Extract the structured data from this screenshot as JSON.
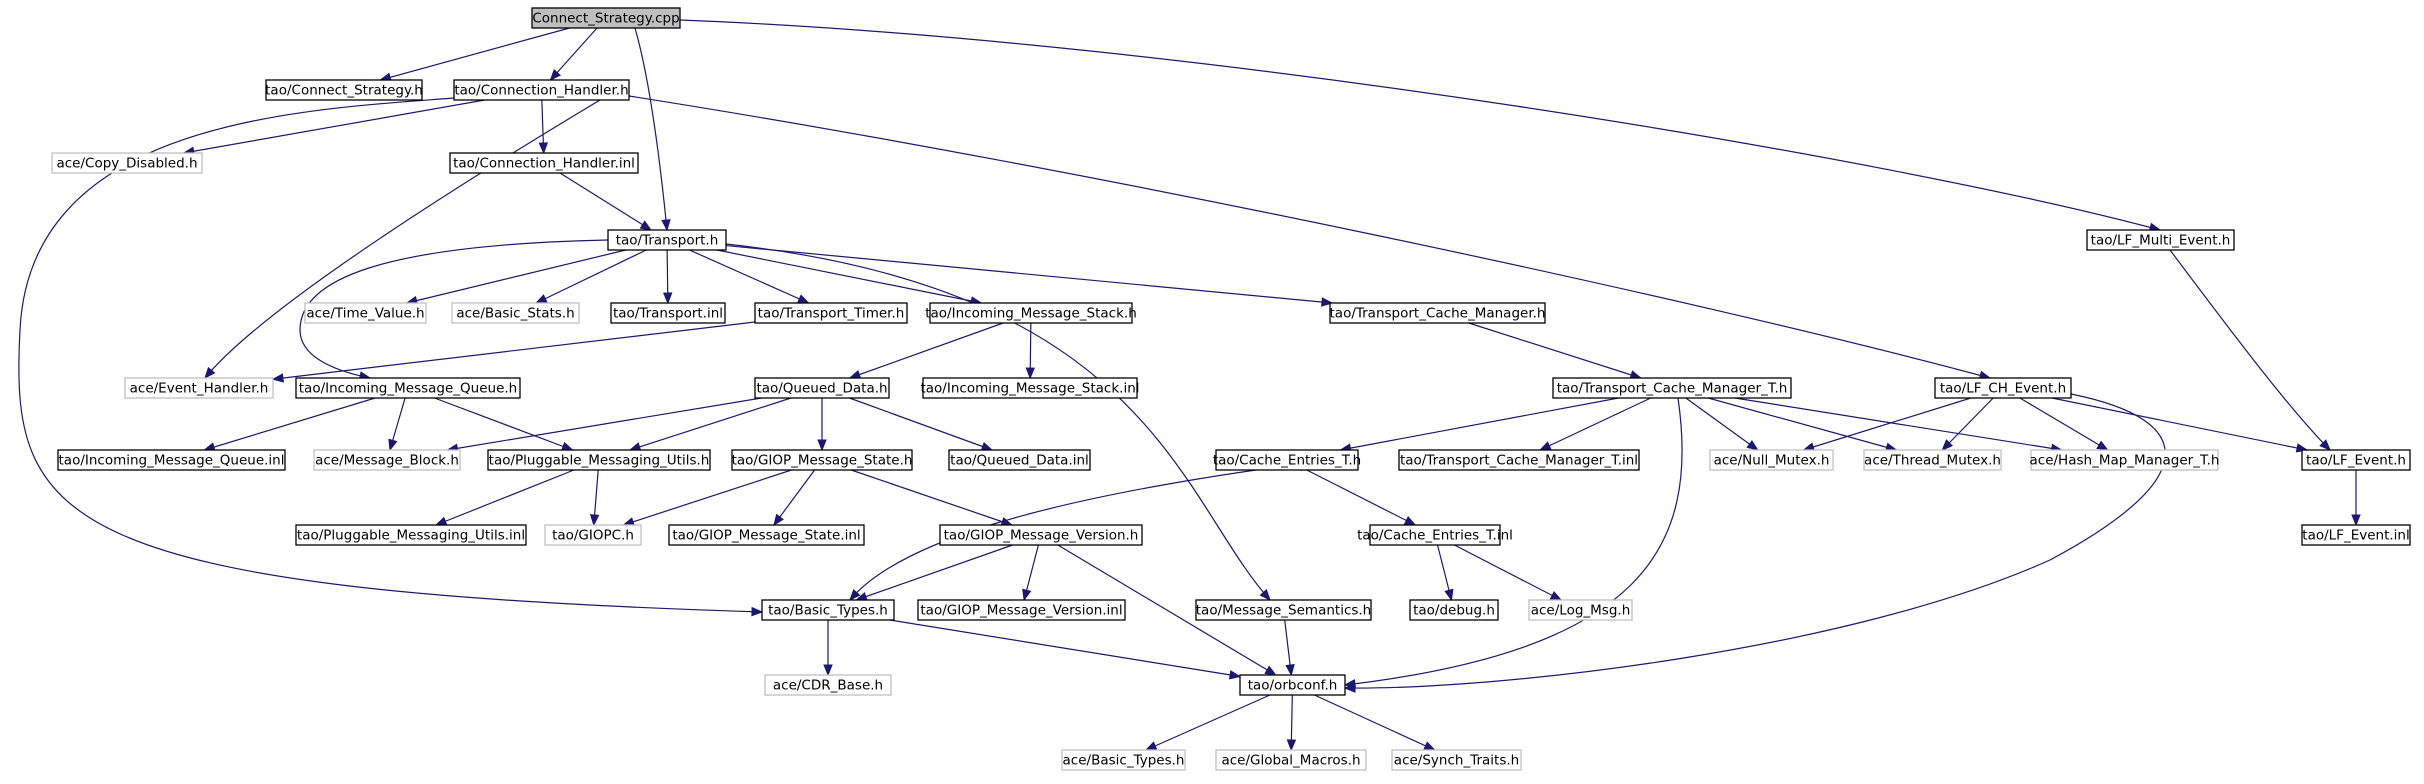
{
  "colors": {
    "edge": "#191970",
    "box_border": "#000000",
    "box_border_ghost": "#bfbfbf",
    "root_fill": "#bfbfbf",
    "text": "#000000"
  },
  "nodes": [
    {
      "id": "n0",
      "label": "Connect_Strategy.cpp",
      "style": "root"
    },
    {
      "id": "n1",
      "label": "tao/Connect_Strategy.h",
      "style": "normal"
    },
    {
      "id": "n2",
      "label": "tao/Connection_Handler.h",
      "style": "normal"
    },
    {
      "id": "n3",
      "label": "ace/Copy_Disabled.h",
      "style": "ghost"
    },
    {
      "id": "n4",
      "label": "tao/Connection_Handler.inl",
      "style": "normal"
    },
    {
      "id": "n5",
      "label": "tao/Transport.h",
      "style": "normal"
    },
    {
      "id": "n6",
      "label": "tao/LF_Multi_Event.h",
      "style": "normal"
    },
    {
      "id": "n7",
      "label": "ace/Time_Value.h",
      "style": "ghost"
    },
    {
      "id": "n8",
      "label": "ace/Basic_Stats.h",
      "style": "ghost"
    },
    {
      "id": "n9",
      "label": "tao/Transport.inl",
      "style": "normal"
    },
    {
      "id": "n10",
      "label": "tao/Transport_Timer.h",
      "style": "normal"
    },
    {
      "id": "n11",
      "label": "tao/Incoming_Message_Stack.h",
      "style": "normal"
    },
    {
      "id": "n12",
      "label": "tao/Transport_Cache_Manager.h",
      "style": "normal"
    },
    {
      "id": "n13",
      "label": "ace/Event_Handler.h",
      "style": "ghost"
    },
    {
      "id": "n14",
      "label": "tao/Incoming_Message_Queue.h",
      "style": "normal"
    },
    {
      "id": "n15",
      "label": "tao/Queued_Data.h",
      "style": "normal"
    },
    {
      "id": "n16",
      "label": "tao/Incoming_Message_Stack.inl",
      "style": "normal"
    },
    {
      "id": "n17",
      "label": "tao/Transport_Cache_Manager_T.h",
      "style": "normal"
    },
    {
      "id": "n18",
      "label": "tao/LF_CH_Event.h",
      "style": "normal"
    },
    {
      "id": "n19",
      "label": "tao/Incoming_Message_Queue.inl",
      "style": "normal"
    },
    {
      "id": "n20",
      "label": "ace/Message_Block.h",
      "style": "ghost"
    },
    {
      "id": "n21",
      "label": "tao/Pluggable_Messaging_Utils.h",
      "style": "normal"
    },
    {
      "id": "n22",
      "label": "tao/GIOP_Message_State.h",
      "style": "normal"
    },
    {
      "id": "n23",
      "label": "tao/Queued_Data.inl",
      "style": "normal"
    },
    {
      "id": "n24",
      "label": "tao/Cache_Entries_T.h",
      "style": "normal"
    },
    {
      "id": "n25",
      "label": "tao/Transport_Cache_Manager_T.inl",
      "style": "normal"
    },
    {
      "id": "n26",
      "label": "ace/Null_Mutex.h",
      "style": "ghost"
    },
    {
      "id": "n27",
      "label": "ace/Thread_Mutex.h",
      "style": "ghost"
    },
    {
      "id": "n28",
      "label": "ace/Hash_Map_Manager_T.h",
      "style": "ghost"
    },
    {
      "id": "n29",
      "label": "tao/LF_Event.h",
      "style": "normal"
    },
    {
      "id": "n30",
      "label": "tao/Pluggable_Messaging_Utils.inl",
      "style": "normal"
    },
    {
      "id": "n31",
      "label": "tao/GIOPC.h",
      "style": "ghost"
    },
    {
      "id": "n32",
      "label": "tao/GIOP_Message_State.inl",
      "style": "normal"
    },
    {
      "id": "n33",
      "label": "tao/GIOP_Message_Version.h",
      "style": "normal"
    },
    {
      "id": "n34",
      "label": "tao/Cache_Entries_T.inl",
      "style": "normal"
    },
    {
      "id": "n35",
      "label": "tao/LF_Event.inl",
      "style": "normal"
    },
    {
      "id": "n36",
      "label": "tao/Basic_Types.h",
      "style": "normal"
    },
    {
      "id": "n37",
      "label": "tao/GIOP_Message_Version.inl",
      "style": "normal"
    },
    {
      "id": "n38",
      "label": "tao/Message_Semantics.h",
      "style": "normal"
    },
    {
      "id": "n39",
      "label": "tao/debug.h",
      "style": "normal"
    },
    {
      "id": "n40",
      "label": "ace/Log_Msg.h",
      "style": "ghost"
    },
    {
      "id": "n41",
      "label": "ace/CDR_Base.h",
      "style": "ghost"
    },
    {
      "id": "n42",
      "label": "tao/orbconf.h",
      "style": "normal"
    },
    {
      "id": "n43",
      "label": "ace/Basic_Types.h",
      "style": "ghost"
    },
    {
      "id": "n44",
      "label": "ace/Global_Macros.h",
      "style": "ghost"
    },
    {
      "id": "n45",
      "label": "ace/Synch_Traits.h",
      "style": "ghost"
    }
  ],
  "edges": [
    [
      "n0",
      "n1"
    ],
    [
      "n0",
      "n2"
    ],
    [
      "n0",
      "n5"
    ],
    [
      "n0",
      "n6"
    ],
    [
      "n2",
      "n3"
    ],
    [
      "n2",
      "n4"
    ],
    [
      "n2",
      "n13"
    ],
    [
      "n2",
      "n36"
    ],
    [
      "n2",
      "n18"
    ],
    [
      "n4",
      "n5"
    ],
    [
      "n5",
      "n7"
    ],
    [
      "n5",
      "n8"
    ],
    [
      "n5",
      "n9"
    ],
    [
      "n5",
      "n10"
    ],
    [
      "n5",
      "n11"
    ],
    [
      "n5",
      "n12"
    ],
    [
      "n5",
      "n14"
    ],
    [
      "n5",
      "n38"
    ],
    [
      "n6",
      "n29"
    ],
    [
      "n10",
      "n13"
    ],
    [
      "n11",
      "n15"
    ],
    [
      "n11",
      "n16"
    ],
    [
      "n12",
      "n17"
    ],
    [
      "n14",
      "n19"
    ],
    [
      "n14",
      "n20"
    ],
    [
      "n14",
      "n21"
    ],
    [
      "n15",
      "n20"
    ],
    [
      "n15",
      "n21"
    ],
    [
      "n15",
      "n22"
    ],
    [
      "n15",
      "n23"
    ],
    [
      "n17",
      "n24"
    ],
    [
      "n17",
      "n25"
    ],
    [
      "n17",
      "n26"
    ],
    [
      "n17",
      "n27"
    ],
    [
      "n17",
      "n28"
    ],
    [
      "n17",
      "n42"
    ],
    [
      "n18",
      "n26"
    ],
    [
      "n18",
      "n27"
    ],
    [
      "n18",
      "n28"
    ],
    [
      "n18",
      "n29"
    ],
    [
      "n18",
      "n42"
    ],
    [
      "n21",
      "n30"
    ],
    [
      "n21",
      "n31"
    ],
    [
      "n22",
      "n31"
    ],
    [
      "n22",
      "n32"
    ],
    [
      "n22",
      "n33"
    ],
    [
      "n24",
      "n34"
    ],
    [
      "n24",
      "n36"
    ],
    [
      "n29",
      "n35"
    ],
    [
      "n33",
      "n36"
    ],
    [
      "n33",
      "n37"
    ],
    [
      "n33",
      "n42"
    ],
    [
      "n34",
      "n39"
    ],
    [
      "n34",
      "n40"
    ],
    [
      "n36",
      "n41"
    ],
    [
      "n36",
      "n42"
    ],
    [
      "n38",
      "n42"
    ],
    [
      "n42",
      "n43"
    ],
    [
      "n42",
      "n44"
    ],
    [
      "n42",
      "n45"
    ]
  ]
}
